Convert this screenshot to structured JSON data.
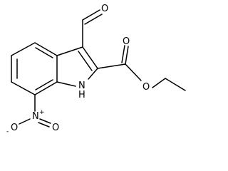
{
  "molecule": {
    "atoms": {
      "formyl_oxygen": "O",
      "ester_carbonyl_oxygen": "O",
      "ester_ether_oxygen": "O",
      "ring_nitrogen": "N",
      "ring_nitrogen_hydrogen": "H",
      "nitro_nitrogen": "N",
      "nitro_nitrogen_charge": "+",
      "nitro_oxygen_double": "O",
      "nitro_oxygen_single": "O",
      "nitro_oxygen_charge": "-"
    }
  }
}
